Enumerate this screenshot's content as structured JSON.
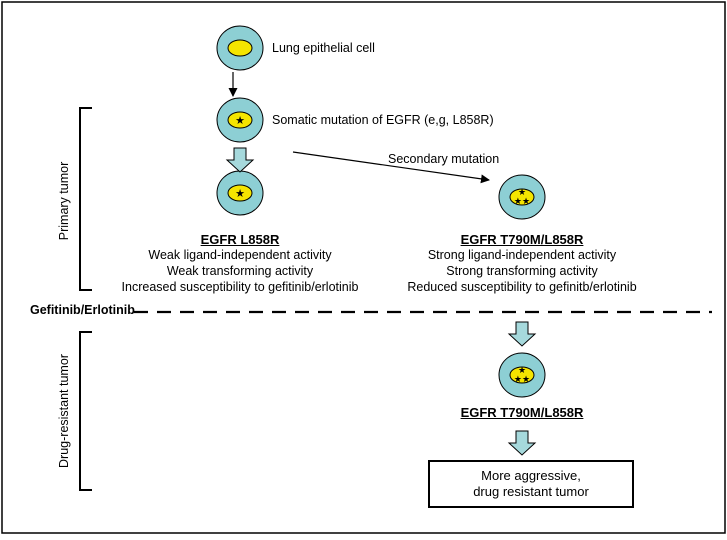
{
  "colors": {
    "cell_fill": "#8dcfd4",
    "nucleus_fill": "#f5e500",
    "arrow_fill": "#a6d9dc",
    "line": "#000000"
  },
  "labels": {
    "lung_cell": "Lung epithelial cell",
    "somatic_mutation": "Somatic mutation of EGFR (e,g, L858R)",
    "secondary_mutation": "Secondary mutation",
    "primary_tumor": "Primary tumor",
    "drug_resistant_tumor": "Drug-resistant tumor",
    "drug_line": "Gefitinib/Erlotinib"
  },
  "left_variant": {
    "title": "EGFR L858R",
    "lines": [
      "Weak ligand-independent activity",
      "Weak transforming activity",
      "Increased susceptibility to gefitinib/erlotinib"
    ]
  },
  "right_variant": {
    "title": "EGFR T790M/L858R",
    "lines": [
      "Strong ligand-independent activity",
      "Strong transforming activity",
      "Reduced susceptibility to gefinitb/erlotinib"
    ]
  },
  "resistant_variant": {
    "title": "EGFR T790M/L858R"
  },
  "outcome": {
    "line1": "More aggressive,",
    "line2": "drug resistant tumor"
  },
  "icons": [
    "cell-normal-icon",
    "cell-mutant-icon",
    "cell-double-mutant-icon",
    "down-block-arrow-icon"
  ]
}
